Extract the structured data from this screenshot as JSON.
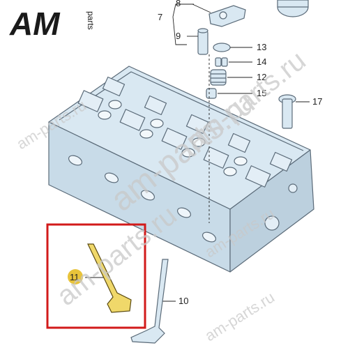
{
  "logo": {
    "brand": "AM",
    "suffix": "parts"
  },
  "watermarks": [
    "am-parts.ru",
    "am-parts.ru",
    "am-parts.ru",
    "am-parts.ru",
    "am-parts.ru",
    "am-parts.ru"
  ],
  "callouts": {
    "c7": "7",
    "c8": "8",
    "c9": "9",
    "c10": "10",
    "c11": "11",
    "c12": "12",
    "c13": "13",
    "c14": "14",
    "c15": "15",
    "c17": "17"
  },
  "colors": {
    "part_fill": "#d9e8f2",
    "part_stroke": "#5a6a78",
    "highlight_frame": "#d21a1a",
    "callout_badge": "#e8c33a",
    "selected_part": "#f0d86a",
    "logo": "#1a1a1a"
  }
}
